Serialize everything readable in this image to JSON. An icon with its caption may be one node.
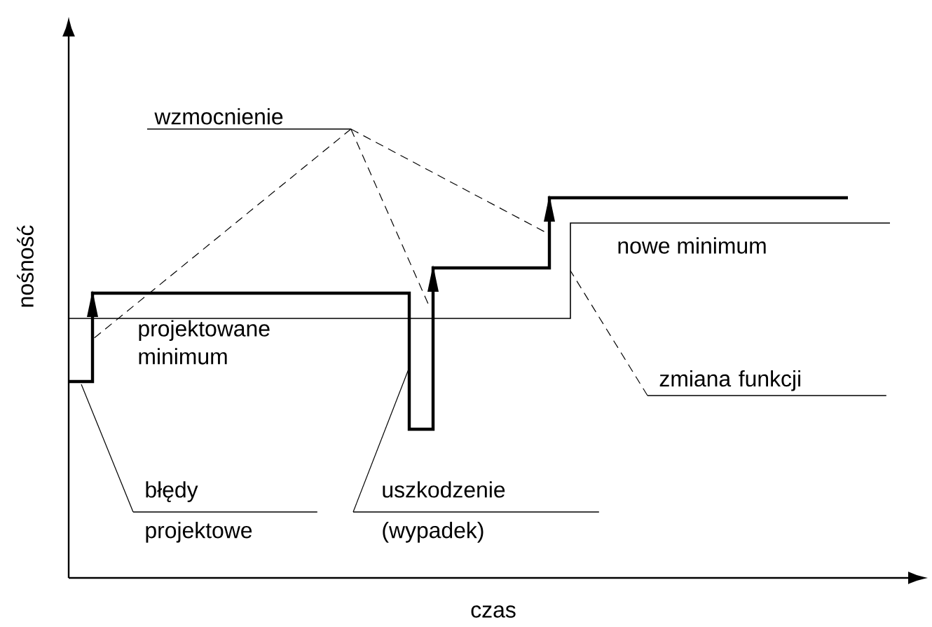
{
  "diagram": {
    "nodes": [
      {
        "text": [
          "wzmocnienie"
        ]
      },
      {
        "text": [
          "błędy",
          "projektowe"
        ]
      },
      {
        "text": [
          "uszkodzenie",
          "(wypadek)"
        ]
      },
      {
        "text": [
          "zmiana funkcji"
        ]
      }
    ],
    "edges": [
      {
        "from": 0,
        "to": null,
        "arrow": "none",
        "style": "dashed"
      },
      {
        "from": 0,
        "to": null,
        "arrow": "none",
        "style": "dashed"
      },
      {
        "from": 0,
        "to": null,
        "arrow": "none",
        "style": "dashed"
      },
      {
        "from": 1,
        "to": null,
        "arrow": "none"
      },
      {
        "from": 2,
        "to": null,
        "arrow": "none"
      },
      {
        "from": 3,
        "to": null,
        "arrow": "none",
        "style": "dashed"
      }
    ],
    "labels": [
      "nowe minimum",
      "nośność",
      "projektowane minimum",
      "czas"
    ]
  }
}
